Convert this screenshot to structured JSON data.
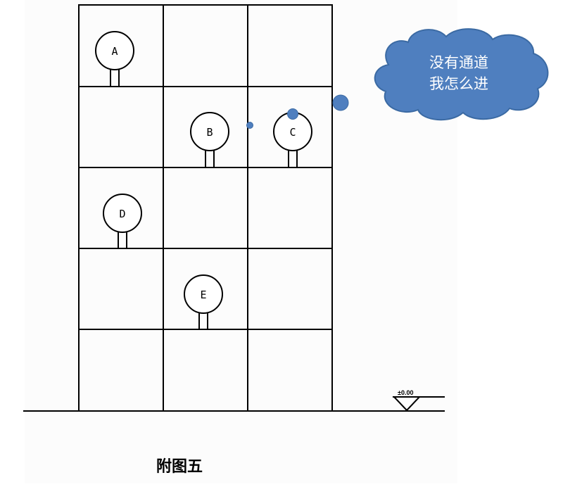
{
  "figure": {
    "caption": "附图五",
    "ground_level": "±0.00",
    "units": [
      {
        "label": "A",
        "row": 0,
        "col": 0
      },
      {
        "label": "B",
        "row": 1,
        "col": 1
      },
      {
        "label": "C",
        "row": 1,
        "col": 2
      },
      {
        "label": "D",
        "row": 2,
        "col": 0
      },
      {
        "label": "E",
        "row": 3,
        "col": 1
      }
    ],
    "thought_bubble": {
      "line1": "没有通道",
      "line2": "我怎么进",
      "fill": "#4f7fbf",
      "stroke": "#3b6aa3"
    }
  }
}
